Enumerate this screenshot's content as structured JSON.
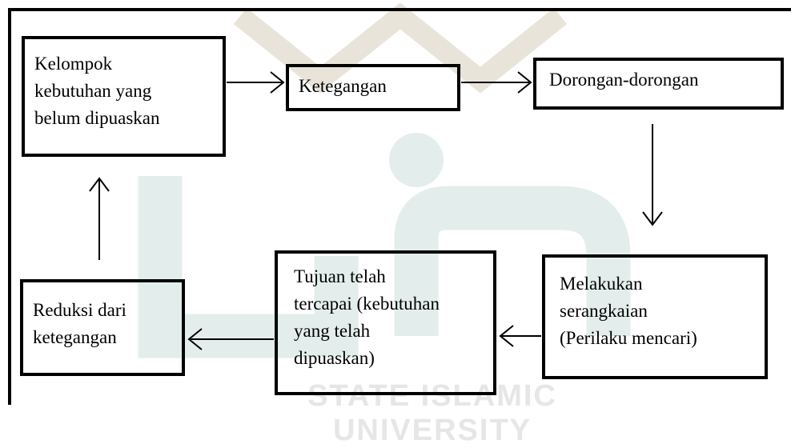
{
  "watermark": {
    "text": "STATE ISLAMIC UNIVERSITY"
  },
  "nodes": {
    "unmet_needs": {
      "lines": [
        "Kelompok",
        "kebutuhan yang",
        "belum dipuaskan"
      ]
    },
    "tension": {
      "lines": [
        "Ketegangan"
      ]
    },
    "drives": {
      "lines": [
        "Dorongan-dorongan"
      ]
    },
    "search_behavior": {
      "lines": [
        "Melakukan",
        "serangkaian",
        "(Perilaku mencari)"
      ]
    },
    "goal_achieved": {
      "lines": [
        "Tujuan telah",
        "tercapai (kebutuhan",
        "yang telah",
        "dipuaskan)"
      ]
    },
    "tension_reduction": {
      "lines": [
        "Reduksi dari",
        "ketegangan"
      ]
    }
  },
  "colors": {
    "line": "#000000",
    "watermark": "#e6e6e6"
  }
}
